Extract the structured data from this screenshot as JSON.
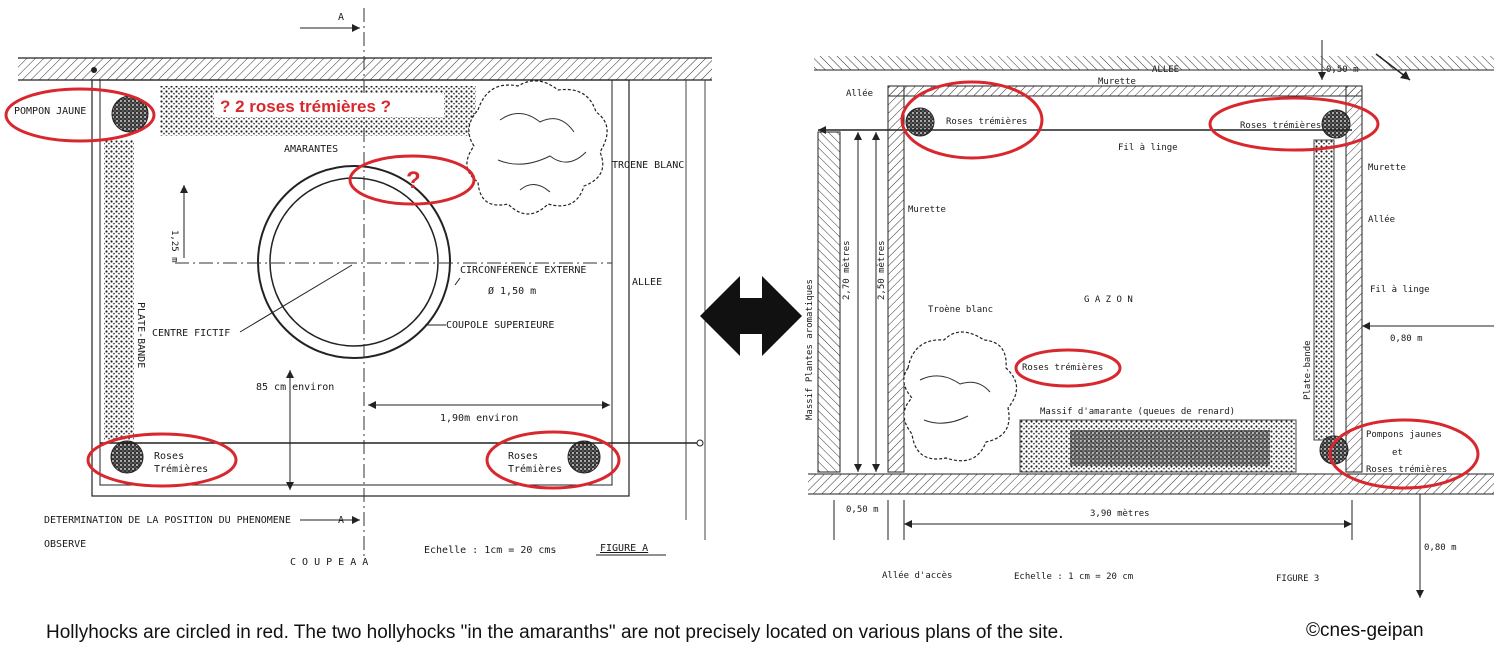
{
  "left_plan": {
    "pompon_jaune": "POMPON JAUNE",
    "question_roses": "? 2 roses trémières ?",
    "question_mark": "?",
    "amarantes": "AMARANTES",
    "troene_blanc": "TROENE BLANC",
    "dim_125": "1,25 m",
    "circ_externe": "CIRCONFERENCE EXTERNE",
    "diam": "Ø 1,50 m",
    "coupole": "COUPOLE SUPERIEURE",
    "centre": "CENTRE FICTIF",
    "plate_bande": "PLATE-BANDE",
    "allee": "ALLEE",
    "dim_85": "85 cm environ",
    "dim_190": "1,90m environ",
    "roses_left_1": "Roses",
    "roses_left_2": "Trémières",
    "roses_right_1": "Roses",
    "roses_right_2": "Trémières",
    "determination": "DETERMINATION DE LA POSITION DU PHENOMENE",
    "observe": "OBSERVE",
    "section_a": "A",
    "coupe": "C O U P E   A A",
    "echelle": "Echelle : 1cm = 20 cms",
    "figure": "FIGURE A"
  },
  "right_plan": {
    "allee_top": "ALLEE",
    "murette_top": "Murette",
    "dim_050_top": "0,50 m",
    "allee_left": "Allée",
    "roses_tl": "Roses trémières",
    "roses_tr": "Roses trémières",
    "fil_top": "Fil à linge",
    "murette_left": "Murette",
    "murette_right": "Murette",
    "allee_right": "Allée",
    "fil_right": "Fil à linge",
    "dim_270": "2,70 mètres",
    "dim_250": "2,50 mètres",
    "massif_left": "Massif Plantes aromatiques",
    "gazon": "G A Z O N",
    "troene": "Troène blanc",
    "roses_mid": "Roses trémières",
    "massif_amarante": "Massif d'amarante (queues de renard)",
    "plate_bande_right": "Plate-bande",
    "dim_080": "0,80 m",
    "pompons_1": "Pompons jaunes",
    "pompons_2": "et",
    "pompons_3": "Roses trémières",
    "dim_050_bottom": "0,50 m",
    "dim_390": "3,90 mètres",
    "allee_acces": "Allée d'accès",
    "echelle": "Echelle : 1 cm = 20 cm",
    "figure": "FIGURE 3",
    "dim_080_bottom": "0,80 m"
  },
  "caption": "Hollyhocks are circled in red. The two hollyhocks \"in the amaranths\" are not precisely located on various plans of the site.",
  "credit": "©cnes-geipan",
  "colors": {
    "highlight": "#d8282e",
    "ink": "#1a1a1a"
  }
}
